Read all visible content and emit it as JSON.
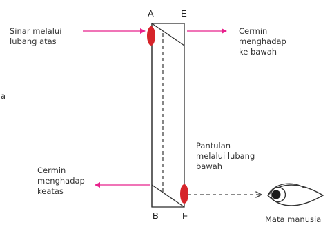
{
  "vertices": {
    "a": "A",
    "e": "E",
    "b": "B",
    "f": "F"
  },
  "stray_text": "a",
  "labels": {
    "top_light": [
      "Sinar melalui",
      "lubang atas"
    ],
    "top_mirror": [
      "Cermin",
      "menghadap",
      "ke bawah"
    ],
    "bottom_reflection": [
      "Pantulan",
      "melalui lubang",
      "bawah"
    ],
    "bottom_mirror": [
      "Cermin",
      "menghadap",
      "keatas"
    ],
    "eye": "Mata manusia"
  },
  "colors": {
    "outline": "#333333",
    "arrow": "#e8208c",
    "hole": "#d6242a",
    "dashed": "#444444"
  },
  "icons": {
    "eye": "eye-icon"
  }
}
